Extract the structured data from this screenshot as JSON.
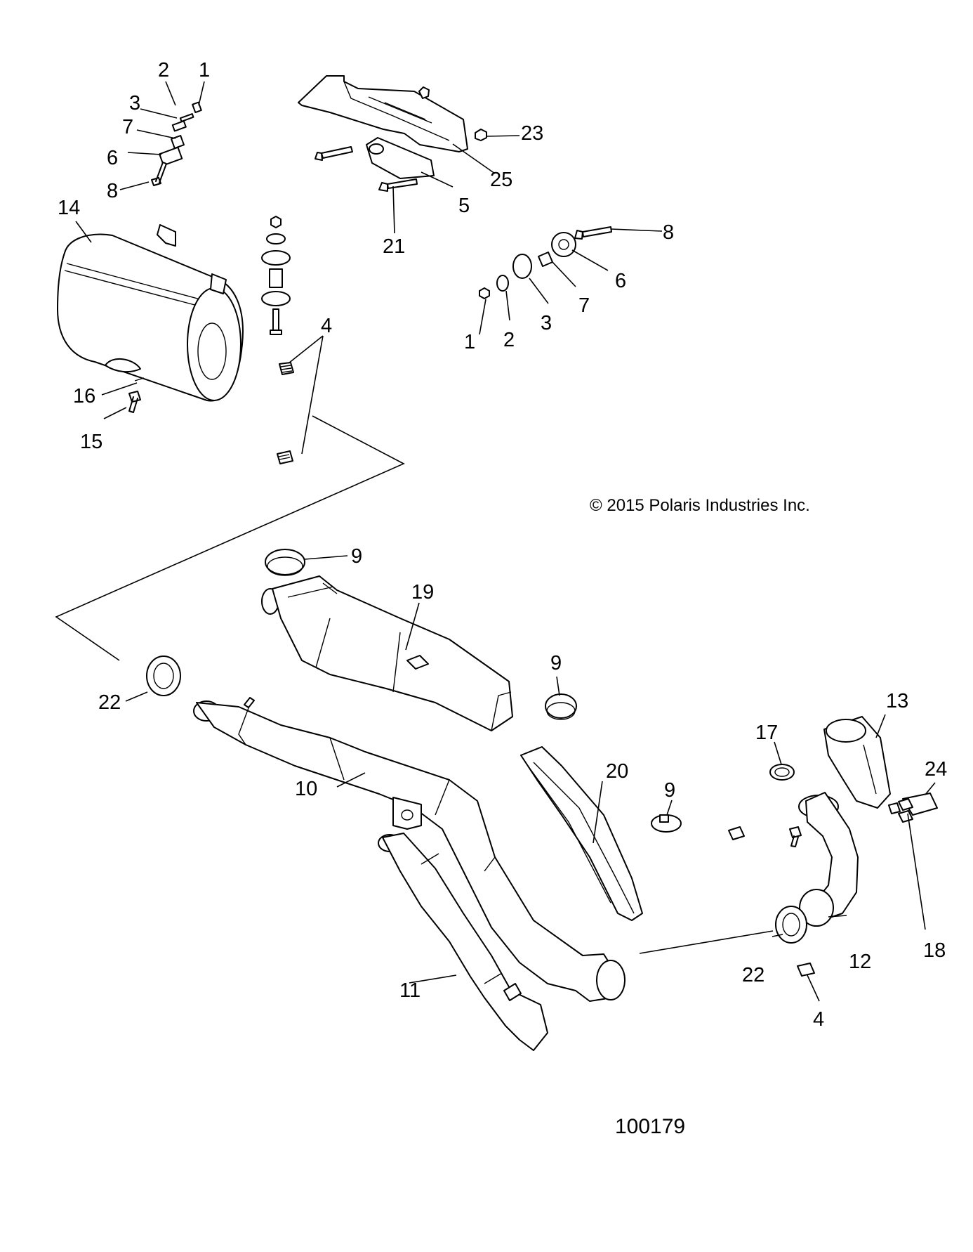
{
  "copyright": "© 2015 Polaris Industries Inc.",
  "figure_number": "100179",
  "callouts": [
    {
      "id": "c-2-top",
      "label": "2"
    },
    {
      "id": "c-1-top",
      "label": "1"
    },
    {
      "id": "c-3-top",
      "label": "3"
    },
    {
      "id": "c-7-top",
      "label": "7"
    },
    {
      "id": "c-6-top",
      "label": "6"
    },
    {
      "id": "c-8-top",
      "label": "8"
    },
    {
      "id": "c-14",
      "label": "14"
    },
    {
      "id": "c-16",
      "label": "16"
    },
    {
      "id": "c-15",
      "label": "15"
    },
    {
      "id": "c-4-upper",
      "label": "4"
    },
    {
      "id": "c-23",
      "label": "23"
    },
    {
      "id": "c-25",
      "label": "25"
    },
    {
      "id": "c-5",
      "label": "5"
    },
    {
      "id": "c-21",
      "label": "21"
    },
    {
      "id": "c-8-right",
      "label": "8"
    },
    {
      "id": "c-6-right",
      "label": "6"
    },
    {
      "id": "c-7-right",
      "label": "7"
    },
    {
      "id": "c-3-right",
      "label": "3"
    },
    {
      "id": "c-2-right",
      "label": "2"
    },
    {
      "id": "c-1-right",
      "label": "1"
    },
    {
      "id": "c-9-a",
      "label": "9"
    },
    {
      "id": "c-19",
      "label": "19"
    },
    {
      "id": "c-9-b",
      "label": "9"
    },
    {
      "id": "c-22-left",
      "label": "22"
    },
    {
      "id": "c-13",
      "label": "13"
    },
    {
      "id": "c-17",
      "label": "17"
    },
    {
      "id": "c-24",
      "label": "24"
    },
    {
      "id": "c-20",
      "label": "20"
    },
    {
      "id": "c-10",
      "label": "10"
    },
    {
      "id": "c-9-c",
      "label": "9"
    },
    {
      "id": "c-18",
      "label": "18"
    },
    {
      "id": "c-12",
      "label": "12"
    },
    {
      "id": "c-22-right",
      "label": "22"
    },
    {
      "id": "c-11",
      "label": "11"
    },
    {
      "id": "c-4-lower",
      "label": "4"
    }
  ]
}
